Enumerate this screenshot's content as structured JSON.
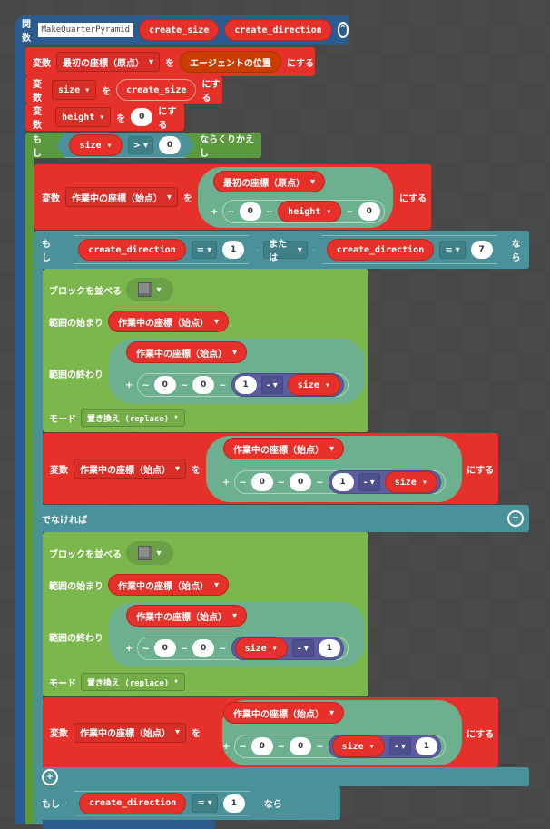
{
  "func": {
    "label": "関数",
    "name": "MakeQuarterPyramid",
    "params": [
      "create_size",
      "create_direction"
    ]
  },
  "kw": {
    "var": "変数",
    "wo": "を",
    "nisuru": "にする",
    "moshi": "もし",
    "repeat": "ならくりかえし",
    "nara": "なら",
    "else": "でなければ",
    "or": "または",
    "fill": "ブロックを並べる",
    "from": "範囲の始まり",
    "to": "範囲の終わり",
    "mode": "モード",
    "plus": "+",
    "tilde": "~",
    "minus": "-",
    "eq": "=",
    "gt": ">"
  },
  "vars": {
    "origin": "最初の座標（原点）",
    "work": "作業中の座標（始点）",
    "size": "size",
    "height": "height",
    "agent_pos": "エージェントの位置",
    "create_size": "create_size",
    "create_direction": "create_direction"
  },
  "nums": {
    "zero": "0",
    "one": "1",
    "seven": "7"
  },
  "mode_value": "置き換え (replace)",
  "icons": {
    "collapse": "chevron-up-circle",
    "else_remove": "minus-circle",
    "add": "plus-circle",
    "block": "stone-block",
    "dropdown": "▾"
  }
}
